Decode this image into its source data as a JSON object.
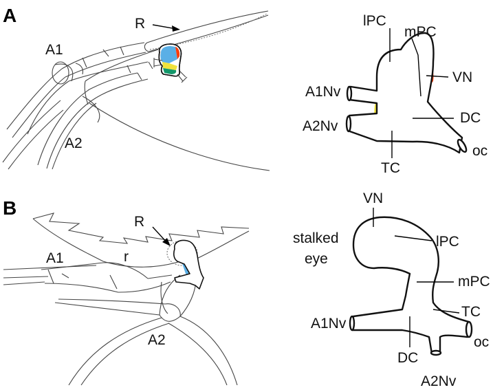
{
  "panels": {
    "a": "A",
    "b": "B"
  },
  "labels_a": {
    "r": "R",
    "a1": "A1",
    "a2": "A2",
    "lpc": "lPC",
    "mpc": "mPC",
    "vn": "VN",
    "a1nv": "A1Nv",
    "a2nv": "A2Nv",
    "dc": "DC",
    "tc": "TC",
    "oc": "oc"
  },
  "labels_b": {
    "r": "R",
    "r_small": "r",
    "a1": "A1",
    "a2": "A2",
    "vn": "VN",
    "stalked": "stalked",
    "eye": "eye",
    "lpc": "lPC",
    "mpc": "mPC",
    "tc": "TC",
    "a1nv": "A1Nv",
    "oc": "oc",
    "dc": "DC",
    "a2nv": "A2Nv"
  },
  "colors": {
    "lpc_mpc": "#5aafe6",
    "vn": "#ff3d0a",
    "dc": "#f0e23c",
    "tc": "#13976a",
    "outline": "#111111"
  }
}
